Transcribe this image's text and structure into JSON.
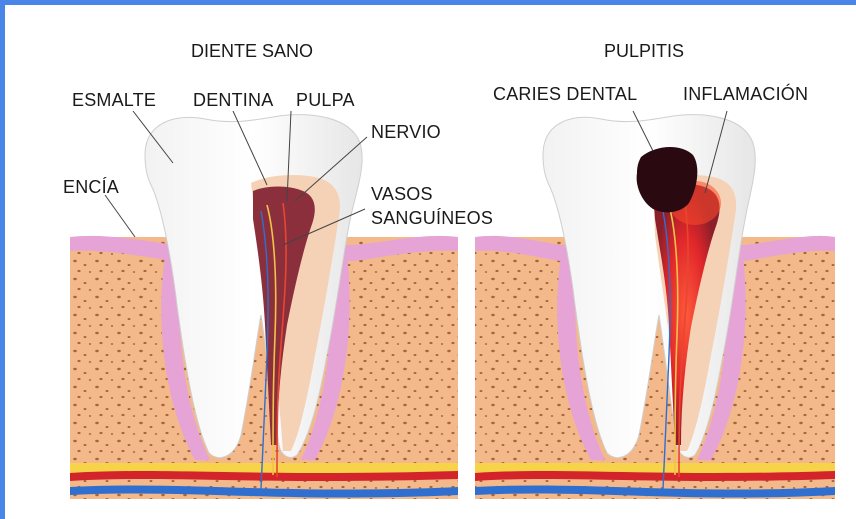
{
  "panels": [
    {
      "title": "DIENTE SANO"
    },
    {
      "title": "PULPITIS"
    }
  ],
  "labels": {
    "esmalte": "ESMALTE",
    "dentina": "DENTINA",
    "pulpa": "PULPA",
    "nervio": "NERVIO",
    "encia": "ENCÍA",
    "vasos_1": "VASOS",
    "vasos_2": "SANGUÍNEOS",
    "caries": "CARIES DENTAL",
    "inflamacion": "INFLAMACIÓN"
  },
  "colors": {
    "frame_border": "#4a86e8",
    "bone": "#f3b98a",
    "bone_dots": "#a8643a",
    "gum": "#e6a3d6",
    "enamel": "#ffffff",
    "dentin": "#f5d2b6",
    "pulp": "#8c2f3c",
    "artery": "#d3242c",
    "vein": "#2f6fd0",
    "fat": "#f7d34a",
    "caries": "#2a0a10",
    "inflammation": "#ff3b3b"
  }
}
